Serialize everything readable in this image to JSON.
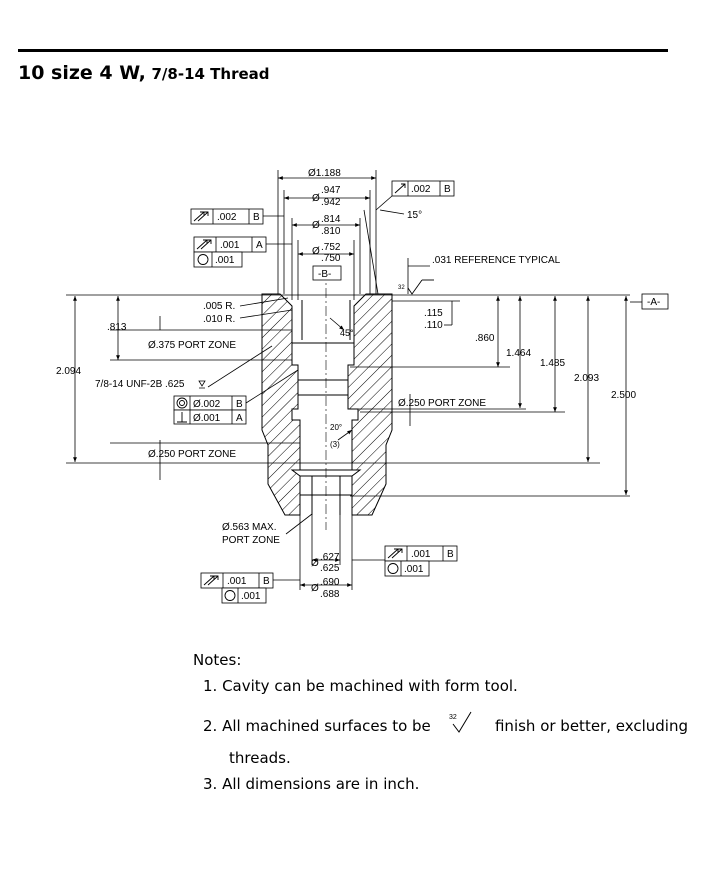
{
  "title": {
    "main": "10 size 4 W,",
    "sub": "7/8-14 Thread"
  },
  "drawing": {
    "dims": {
      "d1188": "Ø1.188",
      "d947": ".947",
      "d942": ".942",
      "d814": ".814",
      "d810": ".810",
      "d752": ".752",
      "d750": ".750",
      "d627": ".627",
      "d625": ".625",
      "d690": ".690",
      "d688": ".688",
      "v813": ".813",
      "v2094": "2.094",
      "v115": ".115",
      "v110": ".110",
      "v860": ".860",
      "v1464": "1.464",
      "v1485": "1.485",
      "v2093": "2.093",
      "v2500": "2.500"
    },
    "labels": {
      "datum_b": "-B-",
      "datum_a": "-A-",
      "angle15": "15°",
      "angle45": "45°",
      "angle20": "20°",
      "count3": "(3)",
      "ref031": ".031 REFERENCE TYPICAL",
      "r005": ".005 R.",
      "r010": ".010 R.",
      "port375": "Ø.375  PORT ZONE",
      "thread": "7/8-14 UNF-2B  .625",
      "port250_right": "Ø.250  PORT ZONE",
      "port250_left": "Ø.250  PORT ZONE",
      "port563_1": "Ø.563 MAX.",
      "port563_2": "PORT ZONE",
      "finish32": "32"
    },
    "frames": {
      "f1_val": ".002",
      "f1_dat": "B",
      "f2_val": ".002",
      "f2_dat": "B",
      "f3_val": ".001",
      "f3_dat": "A",
      "f3b_val": ".001",
      "f4a_val": "Ø.002",
      "f4a_dat": "B",
      "f4b_val": "Ø.001",
      "f4b_dat": "A",
      "f5_val": ".001",
      "f5_dat": "B",
      "f5b_val": ".001",
      "f6_val": ".001",
      "f6_dat": "B",
      "f6b_val": ".001"
    }
  },
  "notes": {
    "heading": "Notes:",
    "n1": "1. Cavity can be machined with form tool.",
    "n2_pre": "2.  All  machined  surfaces  to  be",
    "n2_sym": "32",
    "n2_post": "finish  or  better,  excluding",
    "n2_cont": "threads.",
    "n3": "3. All dimensions are in inch."
  }
}
